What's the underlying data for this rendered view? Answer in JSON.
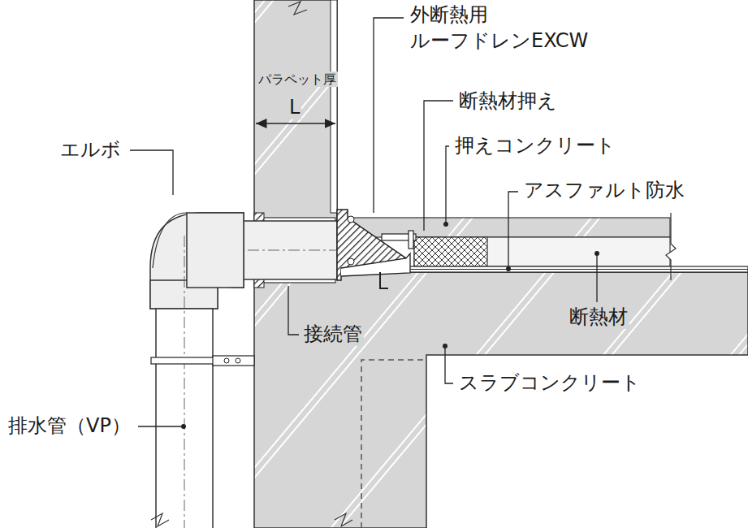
{
  "diagram": {
    "labels": [
      "外断熱用 ルーフドレンEXCW",
      "断熱材押え",
      "押えコンクリート",
      "アスファルト防水",
      "断熱材",
      "スラブコンクリート",
      "接続管",
      "エルボ",
      "排水管（VP）",
      "パラペット厚",
      "L"
    ]
  }
}
